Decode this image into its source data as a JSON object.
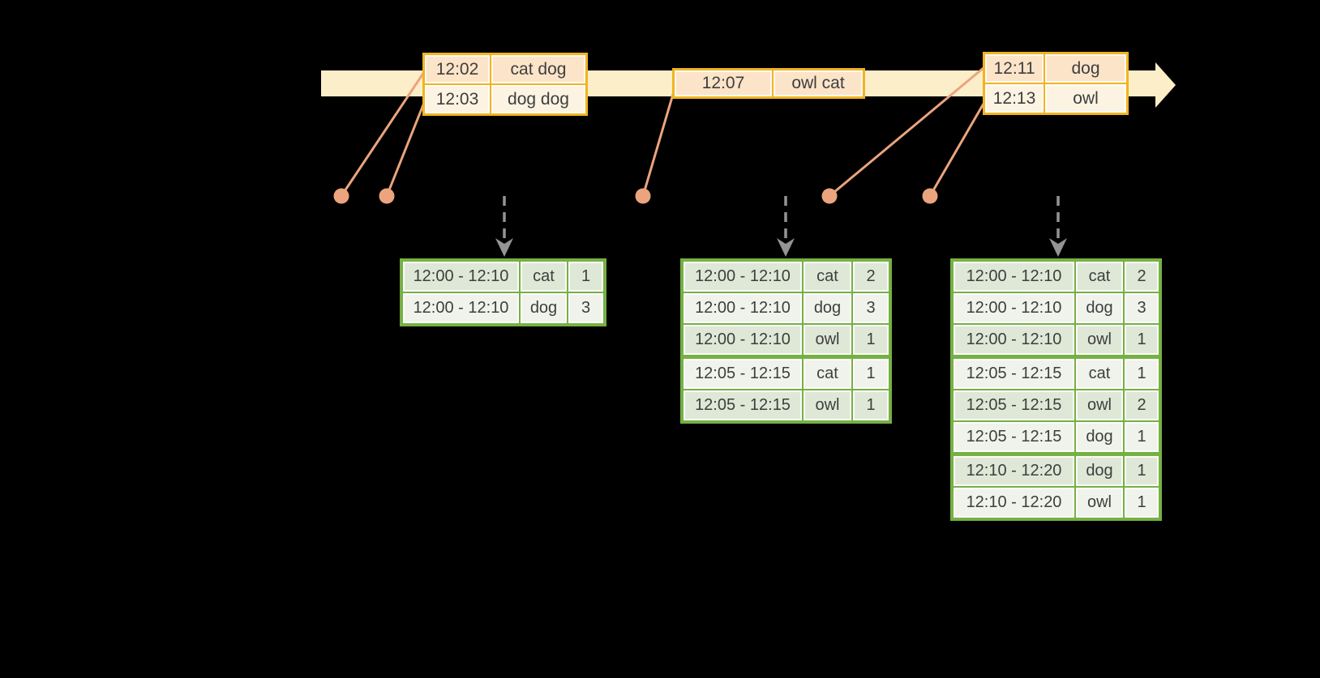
{
  "diagram": {
    "kind": "event-time windowed aggregation timeline",
    "colors": {
      "background": "#000000",
      "timeline_fill": "#fdeeca",
      "event_table_border": "#f1b41f",
      "event_row_peach": "#fce4c9",
      "event_row_cream": "#fdf3e2",
      "result_table_border": "#76b044",
      "result_row_green": "#dfe8d7",
      "result_row_light": "#f0f3ec",
      "connector_salmon": "#eba47d",
      "trigger_arrow_gray": "#949494",
      "text": "#3e3e3e"
    }
  },
  "event_tables": [
    {
      "rows": [
        {
          "time": "12:02",
          "words": "cat dog"
        },
        {
          "time": "12:03",
          "words": "dog dog"
        }
      ]
    },
    {
      "rows": [
        {
          "time": "12:07",
          "words": "owl cat"
        }
      ]
    },
    {
      "rows": [
        {
          "time": "12:11",
          "words": "dog"
        },
        {
          "time": "12:13",
          "words": "owl"
        }
      ]
    }
  ],
  "result_tables": [
    {
      "rows": [
        {
          "window": "12:00 - 12:10",
          "word": "cat",
          "count": "1"
        },
        {
          "window": "12:00 - 12:10",
          "word": "dog",
          "count": "3"
        }
      ]
    },
    {
      "rows": [
        {
          "window": "12:00 - 12:10",
          "word": "cat",
          "count": "2"
        },
        {
          "window": "12:00 - 12:10",
          "word": "dog",
          "count": "3"
        },
        {
          "window": "12:00 - 12:10",
          "word": "owl",
          "count": "1"
        },
        {
          "window": "12:05 - 12:15",
          "word": "cat",
          "count": "1"
        },
        {
          "window": "12:05 - 12:15",
          "word": "owl",
          "count": "1"
        }
      ]
    },
    {
      "rows": [
        {
          "window": "12:00 - 12:10",
          "word": "cat",
          "count": "2"
        },
        {
          "window": "12:00 - 12:10",
          "word": "dog",
          "count": "3"
        },
        {
          "window": "12:00 - 12:10",
          "word": "owl",
          "count": "1"
        },
        {
          "window": "12:05 - 12:15",
          "word": "cat",
          "count": "1"
        },
        {
          "window": "12:05 - 12:15",
          "word": "owl",
          "count": "2"
        },
        {
          "window": "12:05 - 12:15",
          "word": "dog",
          "count": "1"
        },
        {
          "window": "12:10 - 12:20",
          "word": "dog",
          "count": "1"
        },
        {
          "window": "12:10 - 12:20",
          "word": "owl",
          "count": "1"
        }
      ]
    }
  ]
}
